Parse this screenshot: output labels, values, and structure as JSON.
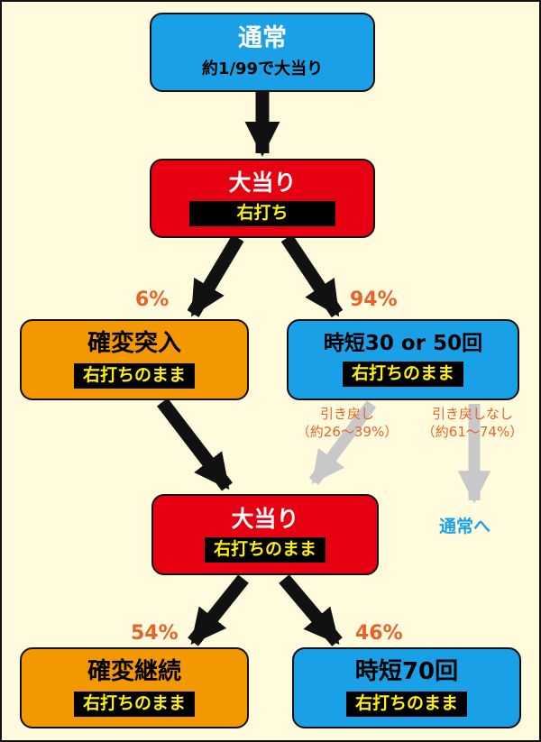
{
  "nodes": {
    "normal": {
      "title": "通常",
      "sub": "約1/99で大当り"
    },
    "jackpot1": {
      "title": "大当り",
      "tag": "右打ち"
    },
    "kakuhen_entry": {
      "title": "確変突入",
      "tag": "右打ちのまま"
    },
    "jitan_3050": {
      "title": "時短30 or 50回",
      "tag": "右打ちのまま"
    },
    "jackpot2": {
      "title": "大当り",
      "tag": "右打ちのまま"
    },
    "kakuhen_cont": {
      "title": "確変継続",
      "tag": "右打ちのまま"
    },
    "jitan_70": {
      "title": "時短70回",
      "tag": "右打ちのまま"
    }
  },
  "edges": {
    "to_kakuhen_pct": "6%",
    "to_jitan_pct": "94%",
    "pullback_line1": "引き戻し",
    "pullback_line2": "（約26～39%）",
    "no_pullback_line1": "引き戻しなし",
    "no_pullback_line2": "（約61～74%）",
    "return_normal": "通常へ",
    "to_kakuhen_cont_pct": "54%",
    "to_jitan70_pct": "46%"
  },
  "colors": {
    "blue": "#1aa0e6",
    "red": "#e60012",
    "orange": "#f39800",
    "background": "#fffbdc",
    "tag_text": "#fff200",
    "percent": "#e8632a",
    "gray_arrow": "#c8c8c8"
  }
}
